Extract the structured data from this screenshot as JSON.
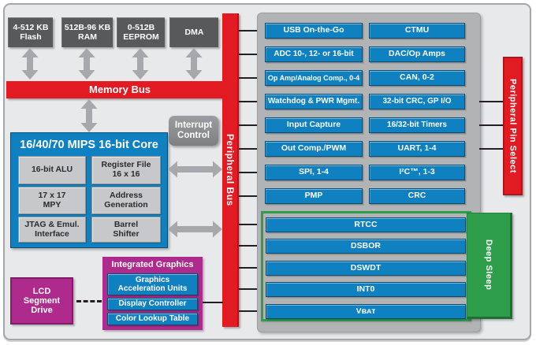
{
  "colors": {
    "red": "#e21b23",
    "blue": "#0f80c0",
    "dark_gray_block": "#58595b",
    "container_gray": "#b1b3b5",
    "magenta": "#ae2a8c",
    "green": "#2f9e4b",
    "panel_background": "#e8e9ea",
    "arrow_gray": "#a6a8ab"
  },
  "memory": {
    "blocks": [
      "4-512 KB\nFlash",
      "512B-96 KB\nRAM",
      "0-512B\nEEPROM",
      "DMA"
    ],
    "bus_label": "Memory Bus"
  },
  "core": {
    "title": "16/40/70 MIPS 16-bit Core",
    "blocks": [
      "16-bit ALU",
      "Register File\n16 x 16",
      "17 x 17\nMPY",
      "Address\nGeneration",
      "JTAG & Emul.\nInterface",
      "Barrel\nShifter"
    ]
  },
  "interrupt_control_label": "Interrupt\nControl",
  "peripheral_bus_label": "Peripheral Bus",
  "peripheral_pin_select_label": "Peripheral Pin Select",
  "peripherals": {
    "left": [
      "USB On-the-Go",
      "ADC 10-, 12- or 16-bit",
      "Op Amp/Analog Comp., 0-4",
      "Watchdog & PWR Mgmt.",
      "Input Capture",
      "Out Comp./PWM",
      "SPI, 1-4",
      "PMP"
    ],
    "right": [
      "CTMU",
      "DAC/Op Amps",
      "CAN, 0-2",
      "32-bit CRC, GP I/O",
      "16/32-bit Timers",
      "UART, 1-4",
      "I²C™, 1-3",
      "CRC"
    ]
  },
  "deep_sleep": {
    "label": "Deep Sleep",
    "items": [
      "RTCC",
      "DSBOR",
      "DSWDT",
      "INT0",
      "Vʙᴀᴛ"
    ]
  },
  "graphics": {
    "title": "Integrated Graphics",
    "items": [
      "Graphics\nAcceleration Units",
      "Display Controller",
      "Color Lookup Table"
    ]
  },
  "lcd_label": "LCD\nSegment\nDrive"
}
